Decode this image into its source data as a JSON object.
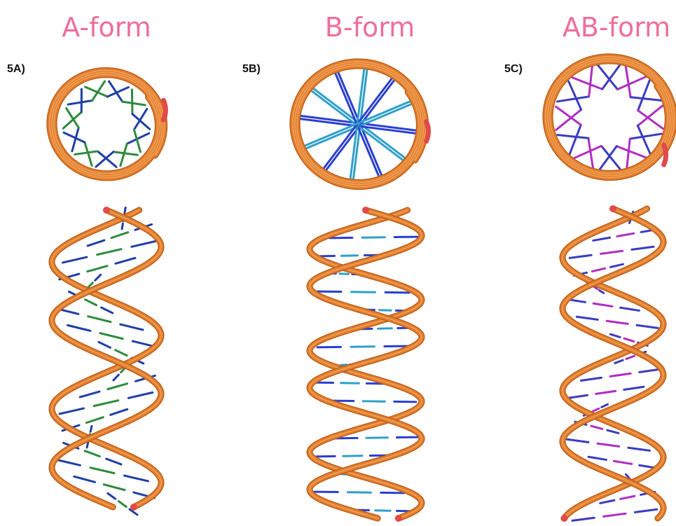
{
  "colors": {
    "title": "#ef6f99",
    "label": "#111111",
    "backbone": "#e07c2c",
    "backbone_dark": "#b85c18",
    "backbone_light": "#f3a25a",
    "terminal": "#e24a4a",
    "a_base_inner": "#1f3fa6",
    "a_base_outer": "#2f8a3c",
    "b_base_inner": "#2a3fd0",
    "b_base_outer": "#2fa0c8",
    "ab_base_inner": "#3a3cc0",
    "ab_base_outer": "#b02ec0"
  },
  "panels": [
    {
      "id": "a",
      "title": "A-form",
      "label": "5A)",
      "base_color_keys": [
        "a_base_inner",
        "a_base_outer"
      ]
    },
    {
      "id": "b",
      "title": "B-form",
      "label": "5B)",
      "base_color_keys": [
        "b_base_inner",
        "b_base_outer"
      ]
    },
    {
      "id": "ab",
      "title": "AB-form",
      "label": "5C)",
      "base_color_keys": [
        "ab_base_inner",
        "ab_base_outer"
      ]
    }
  ]
}
